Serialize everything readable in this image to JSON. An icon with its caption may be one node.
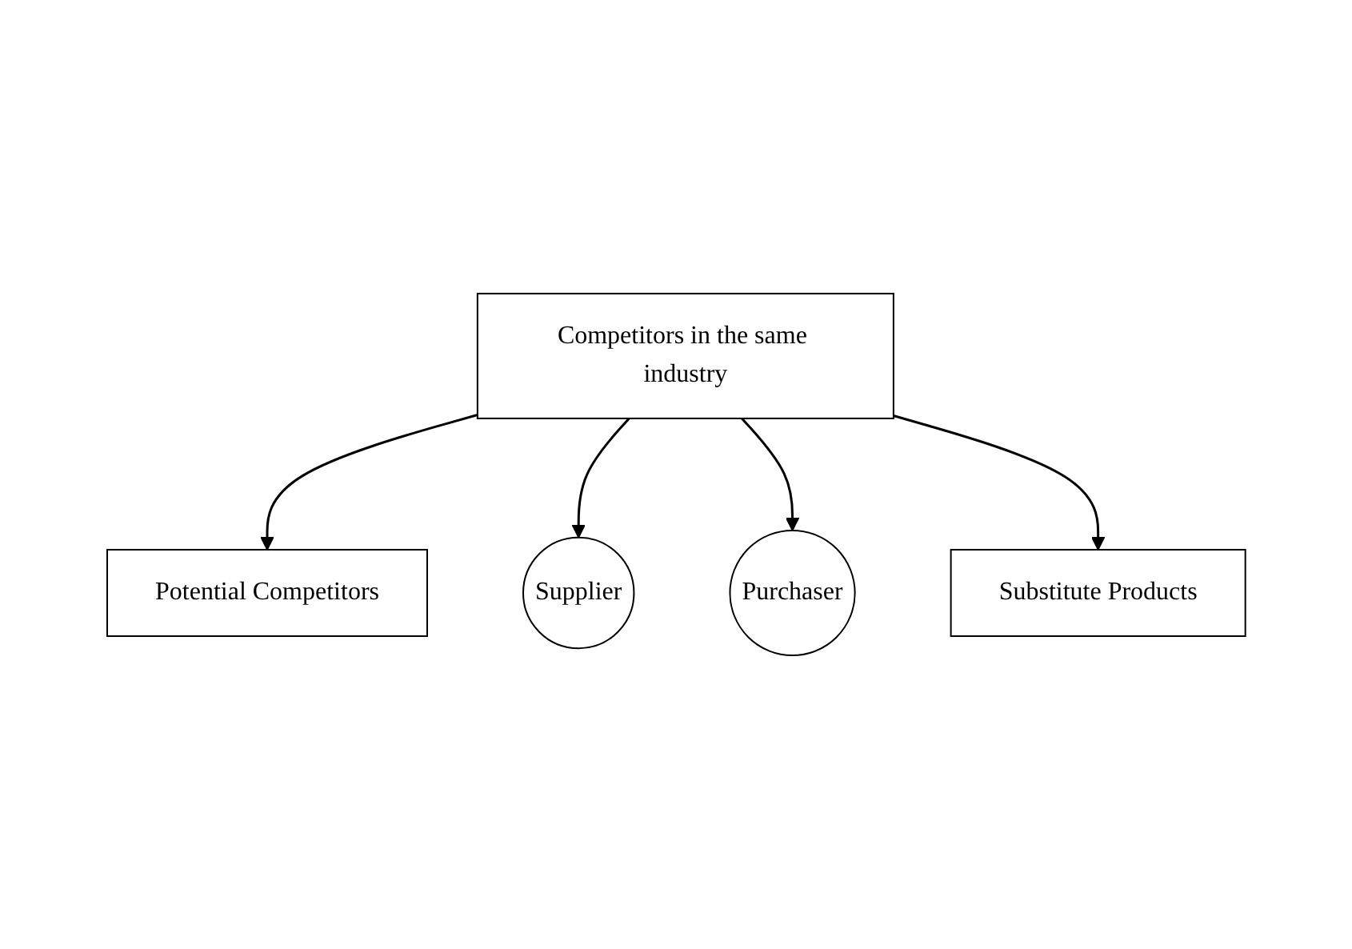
{
  "diagram": {
    "nodes": [
      {
        "text": [
          "Potential Competitors"
        ]
      },
      {
        "text": [
          "Supplier"
        ]
      },
      {
        "text": [
          "Competitors in the same industry"
        ]
      },
      {
        "text": [
          "Purchaser"
        ]
      },
      {
        "text": [
          "Substitute Products"
        ]
      }
    ],
    "edges": [
      {
        "from": 2,
        "to": 0,
        "arrow": "to"
      },
      {
        "from": 2,
        "to": 1,
        "arrow": "to"
      },
      {
        "from": 2,
        "to": 3,
        "arrow": "to"
      },
      {
        "from": 2,
        "to": 4,
        "arrow": "to"
      }
    ]
  }
}
